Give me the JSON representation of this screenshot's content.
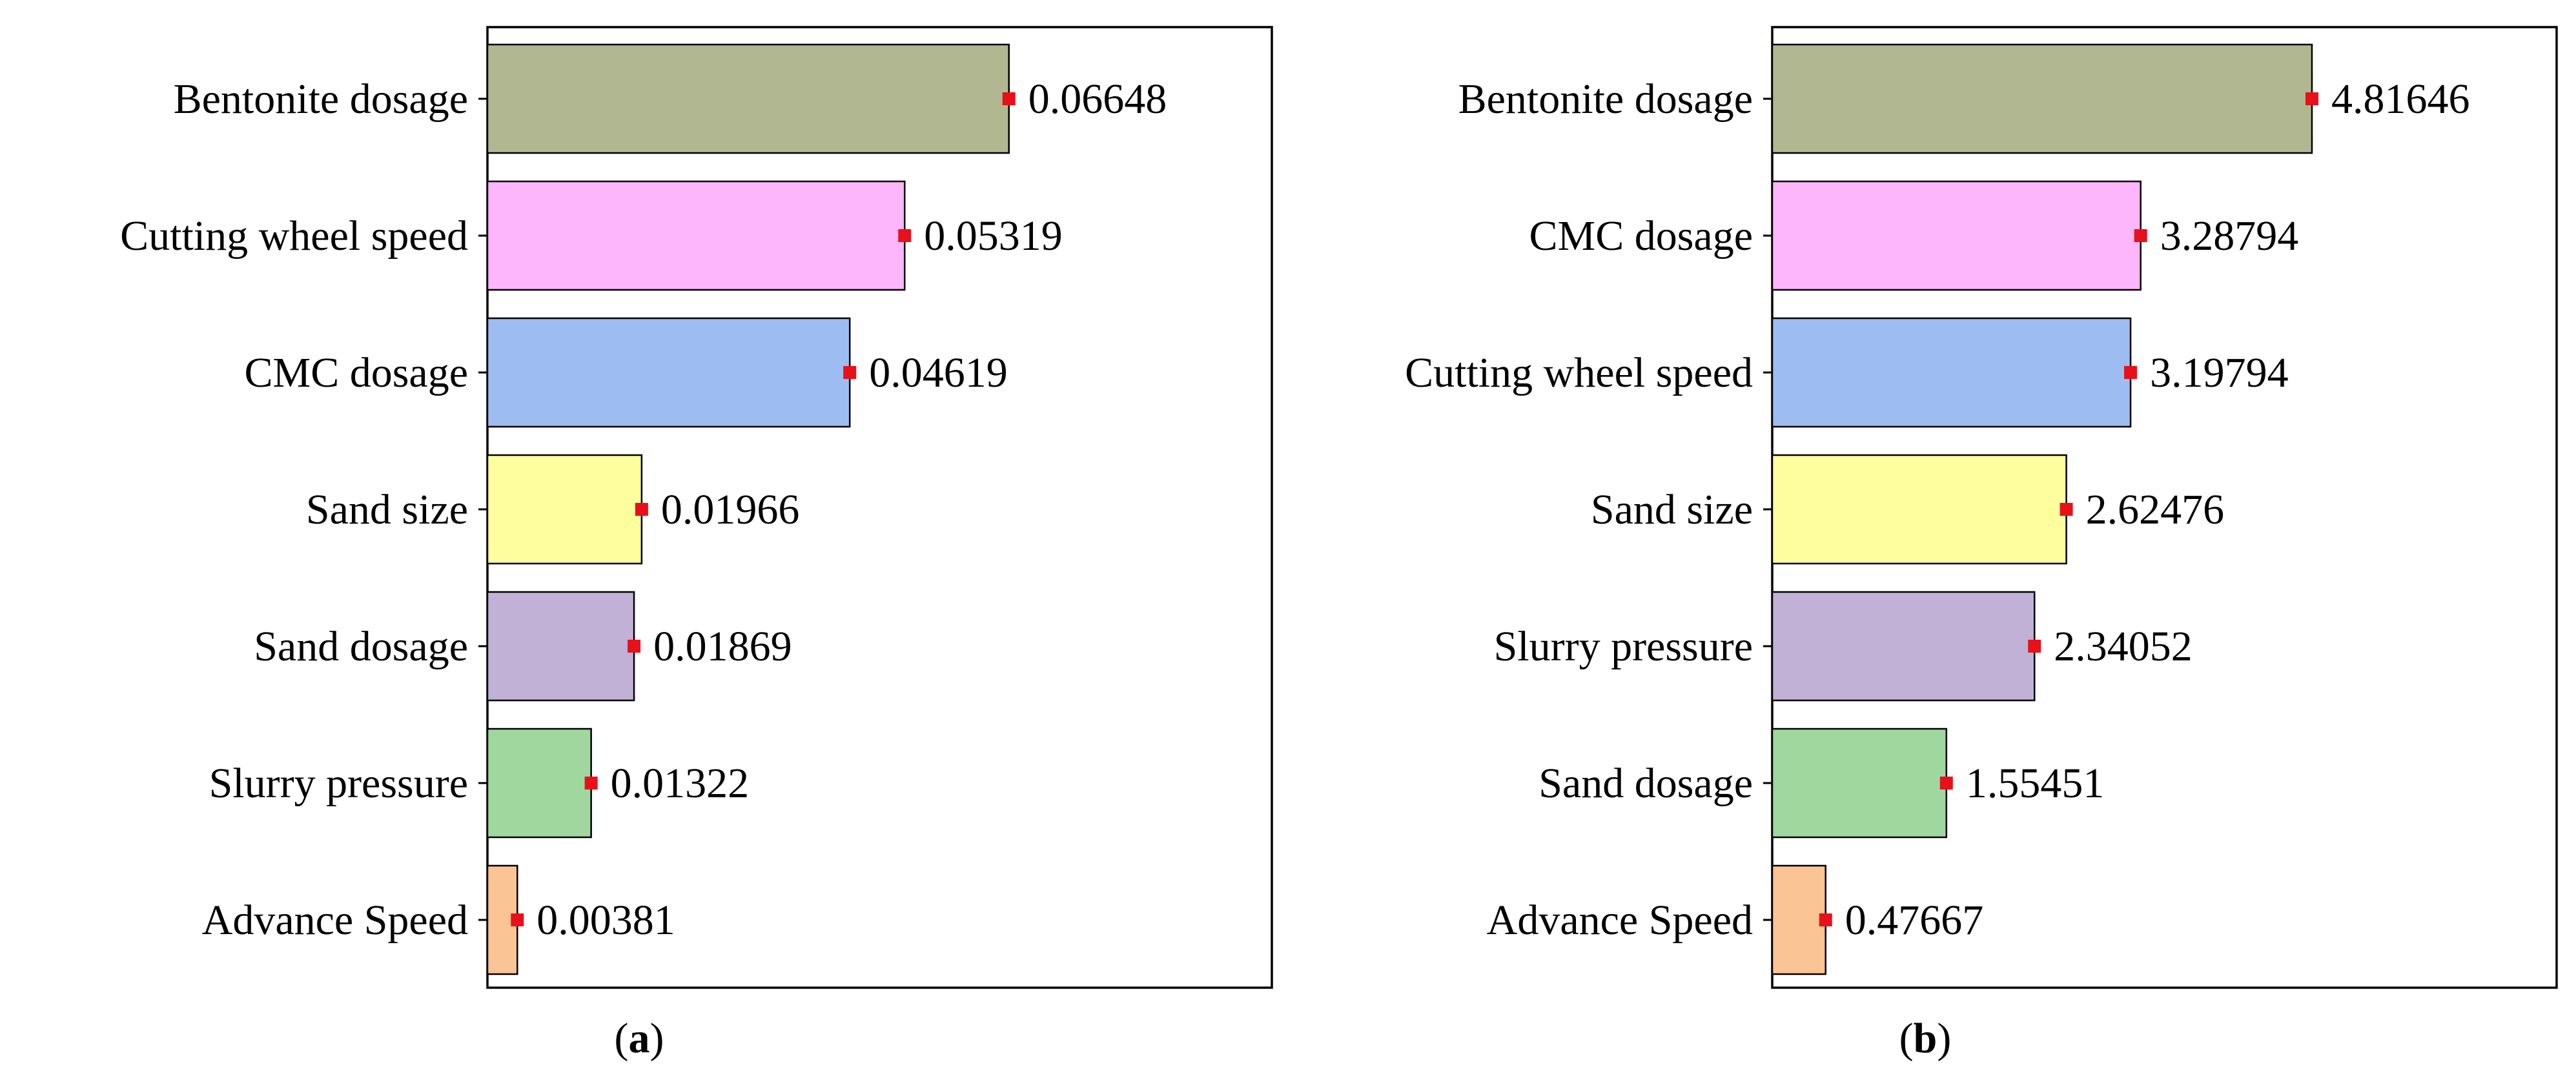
{
  "chart_data": [
    {
      "type": "bar",
      "orientation": "horizontal",
      "panel": "a",
      "caption": "(a)",
      "categories": [
        "Bentonite dosage",
        "Cutting wheel speed",
        "CMC dosage",
        "Sand size",
        "Sand dosage",
        "Slurry pressure",
        "Advance Speed"
      ],
      "values": [
        0.06648,
        0.05319,
        0.04619,
        0.01966,
        0.01869,
        0.01322,
        0.00381
      ],
      "value_labels": [
        "0.06648",
        "0.05319",
        "0.04619",
        "0.01966",
        "0.01869",
        "0.01322",
        "0.00381"
      ],
      "colors": [
        "#b1b891",
        "#fdb6fb",
        "#9dbcf2",
        "#fefe9e",
        "#c1b1d6",
        "#9fd79f",
        "#fbc495"
      ],
      "marker_color": "#e8101a",
      "xlim": [
        0,
        0.1
      ],
      "grid": false,
      "legend": "none"
    },
    {
      "type": "bar",
      "orientation": "horizontal",
      "panel": "b",
      "caption": "(b)",
      "categories": [
        "Bentonite dosage",
        "CMC dosage",
        "Cutting wheel speed",
        "Sand size",
        "Slurry pressure",
        "Sand dosage",
        "Advance Speed"
      ],
      "values": [
        4.81646,
        3.28794,
        3.19794,
        2.62476,
        2.34052,
        1.55451,
        0.47667
      ],
      "value_labels": [
        "4.81646",
        "3.28794",
        "3.19794",
        "2.62476",
        "2.34052",
        "1.55451",
        "0.47667"
      ],
      "colors": [
        "#b1b891",
        "#fdb6fb",
        "#9dbcf2",
        "#fefe9e",
        "#c1b1d6",
        "#9fd79f",
        "#fbc495"
      ],
      "marker_color": "#e8101a",
      "xlim": [
        0,
        7.0
      ],
      "grid": false,
      "legend": "none"
    }
  ]
}
